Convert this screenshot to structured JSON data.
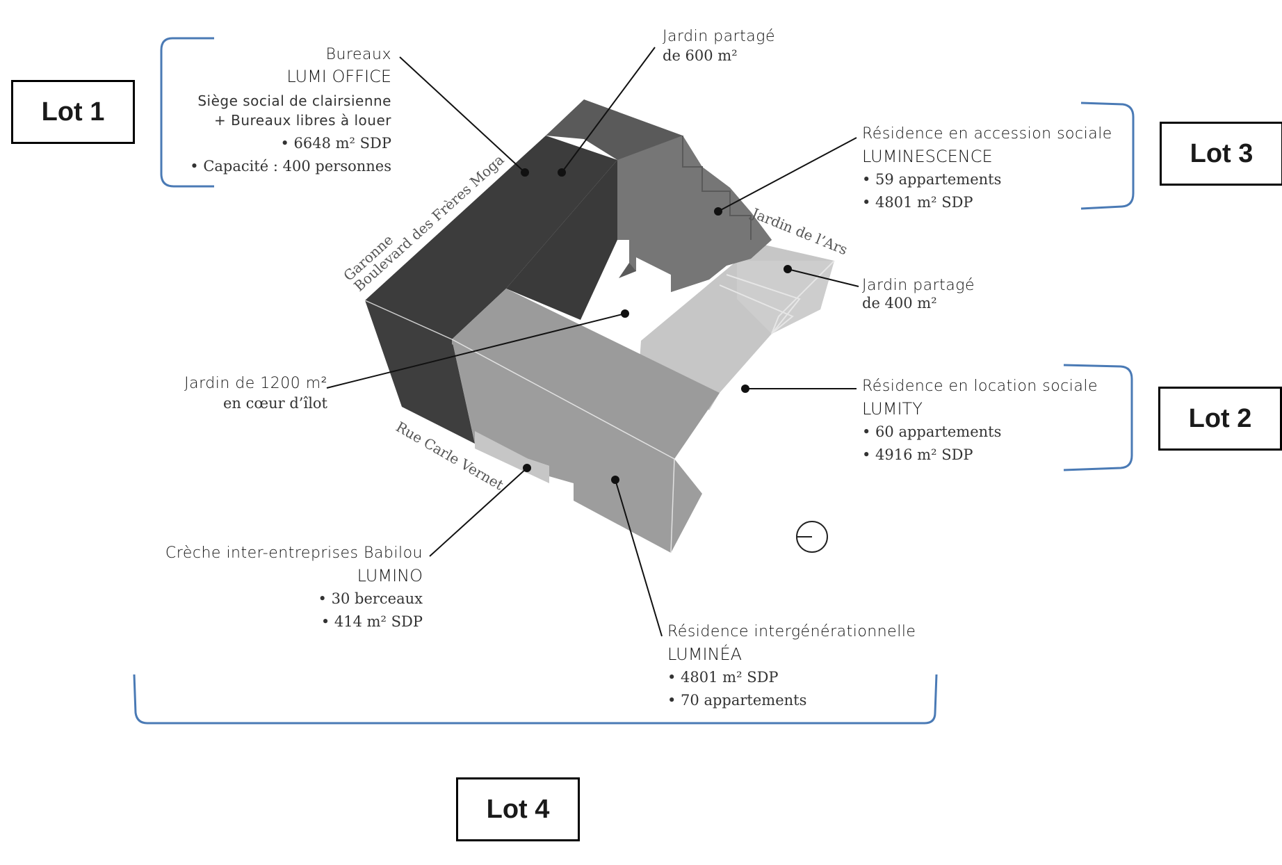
{
  "colors": {
    "dark": "#3c3c3c",
    "mid_dark": "#5a5a5a",
    "mid": "#7a7a7a",
    "light": "#9b9b9b",
    "lighter": "#c6c6c6",
    "bracket": "#4a7ab5"
  },
  "lots": {
    "lot1": "Lot 1",
    "lot2": "Lot 2",
    "lot3": "Lot 3",
    "lot4": "Lot 4"
  },
  "streets": {
    "garonne": "Garonne",
    "boulevard": "Boulevard des Frères Moga",
    "jardin_ars": "Jardin de l’Ars",
    "rue_carle": "Rue Carle Vernet"
  },
  "labels": {
    "bureaux": {
      "title": "Bureaux",
      "name": "LUMI OFFICE",
      "line1": "Siège social de clairsienne",
      "line2": "+ Bureaux libres à louer",
      "line3": "• 6648 m² SDP",
      "line4": "• Capacité : 400 personnes"
    },
    "jardin600": {
      "title": "Jardin partagé",
      "sub": "de 600 m²"
    },
    "accession": {
      "title": "Résidence en accession sociale",
      "name": "LUMINESCENCE",
      "line1": "• 59 appartements",
      "line2": "• 4801 m² SDP"
    },
    "jardin400": {
      "title": "Jardin partagé",
      "sub": "de 400 m²"
    },
    "jardin1200": {
      "title": "Jardin de 1200 m²",
      "sub": "en cœur d’îlot"
    },
    "location": {
      "title": "Résidence en location sociale",
      "name": "LUMITY",
      "line1": "• 60 appartements",
      "line2": "• 4916 m² SDP"
    },
    "creche": {
      "title": "Crèche inter-entreprises Babilou",
      "name": "LUMINO",
      "line1": "• 30 berceaux",
      "line2": "• 414 m² SDP"
    },
    "intergen": {
      "title": "Résidence intergénérationnelle",
      "name": "LUMINÉA",
      "line1": "• 4801 m² SDP",
      "line2": "• 70 appartements"
    }
  }
}
